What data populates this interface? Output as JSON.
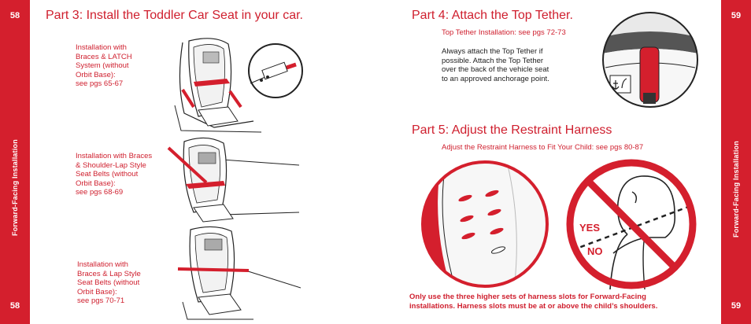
{
  "left_page": {
    "number": "58",
    "side_label": "Forward-Facing Installation",
    "heading": "Part 3: Install the Toddler Car Seat in your car.",
    "items": [
      {
        "lines": [
          "Installation with",
          "Braces & LATCH",
          "System (without",
          "Orbit Base):",
          "see pgs 65-67"
        ]
      },
      {
        "lines": [
          "Installation with Braces",
          "& Shoulder-Lap Style",
          "Seat Belts (without",
          "Orbit Base):",
          "see pgs 68-69"
        ]
      },
      {
        "lines": [
          "Installation with",
          "Braces & Lap Style",
          "Seat Belts (without",
          "Orbit Base):",
          "see pgs 70-71"
        ]
      }
    ]
  },
  "right_page": {
    "number": "59",
    "side_label": "Forward-Facing Installation",
    "part4": {
      "heading": "Part 4: Attach the Top Tether.",
      "subheading": "Top Tether Installation: see pgs 72-73",
      "body": [
        "Always attach the Top Tether if",
        "possible. Attach the Top Tether",
        "over the back of the vehicle seat",
        "to an approved anchorage point."
      ]
    },
    "part5": {
      "heading": "Part 5: Adjust the Restraint Harness",
      "subheading": "Adjust the Restraint Harness to Fit Your Child: see pgs 80-87",
      "yes_label": "YES",
      "no_label": "NO",
      "note": [
        "Only use the three higher sets of harness slots for Forward-Facing",
        "installations.  Harness slots must be at or above the child’s shoulders."
      ]
    }
  },
  "colors": {
    "brand_red": "#d41f2d",
    "text_black": "#222222"
  },
  "icons": [
    "car-seat-latch-illustration",
    "latch-connector-detail",
    "car-seat-shoulder-lap-belt-illustration",
    "car-seat-lap-belt-illustration",
    "top-tether-illustration",
    "tether-anchor-icon",
    "harness-slots-illustration",
    "child-shoulder-no-symbol"
  ]
}
